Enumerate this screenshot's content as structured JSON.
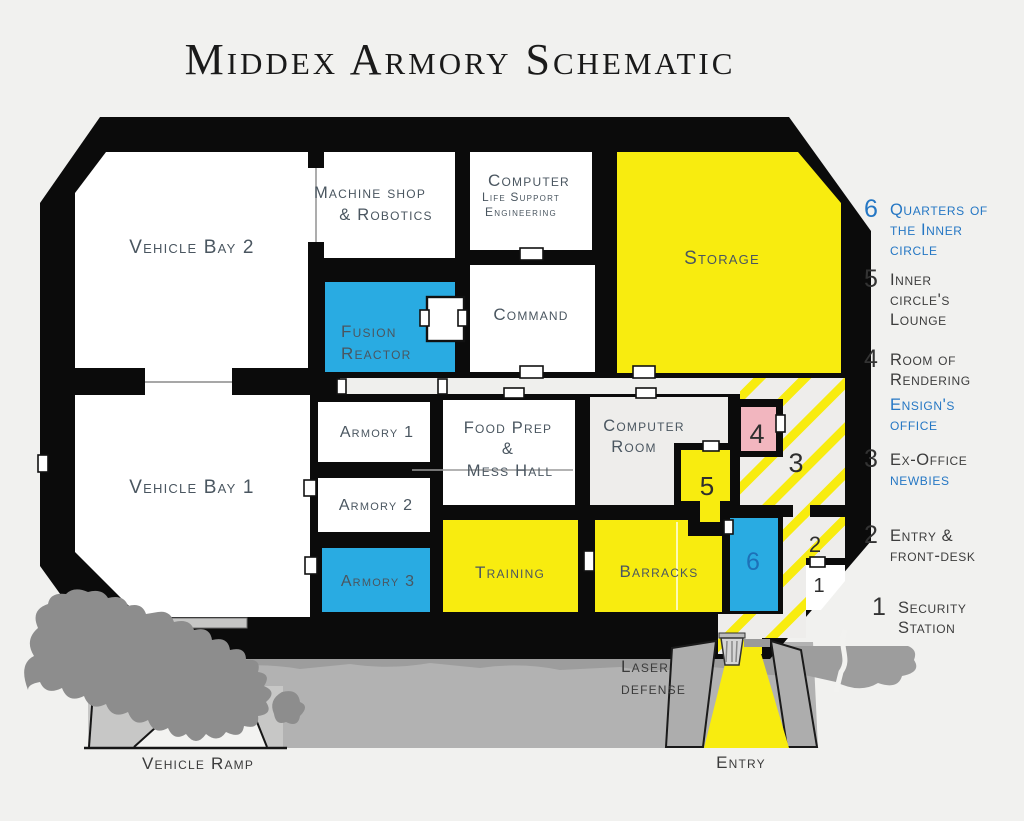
{
  "title": "Middex Armory Schematic",
  "colors": {
    "background": "#f1f1ef",
    "wall": "#0b0b0b",
    "floor": "#ffffff",
    "corridor": "#efefed",
    "office_floor": "#eeedeb",
    "yellow": "#f8ec0f",
    "blue": "#29abe2",
    "pink": "#f2b6bf",
    "label": "#4a5660",
    "number": "#2e2e2e",
    "room6_number": "#1d71b8",
    "legend_blue": "#2577c4",
    "legend_text": "#3d3d3d",
    "title": "#1a1a1a",
    "apron": "#b2b2b2",
    "apron_light": "#c7c7c6",
    "apron_shadow": "#9d9d9d",
    "rock": "#8d8d8d"
  },
  "rooms": {
    "vehicle_bay_2": {
      "name": "Vehicle Bay 2"
    },
    "vehicle_bay_1": {
      "name": "Vehicle Bay 1"
    },
    "machine_shop": {
      "lines": [
        "Machine shop",
        "& Robotics"
      ]
    },
    "computer_life_support": {
      "lines": [
        "Computer",
        "Life Support",
        "Engineering"
      ]
    },
    "storage": {
      "name": "Storage"
    },
    "fusion_reactor": {
      "lines": [
        "Fusion",
        "Reactor"
      ]
    },
    "command": {
      "name": "Command"
    },
    "armory_1": {
      "name": "Armory 1"
    },
    "armory_2": {
      "name": "Armory 2"
    },
    "armory_3": {
      "name": "Armory 3"
    },
    "food_prep_mess_hall": {
      "lines": [
        "Food Prep",
        "&",
        "Mess Hall"
      ]
    },
    "computer_room": {
      "lines": [
        "Computer",
        "Room"
      ]
    },
    "training": {
      "name": "Training"
    },
    "barracks": {
      "name": "Barracks"
    },
    "numbered": {
      "n1": "1",
      "n2": "2",
      "n3": "3",
      "n4": "4",
      "n5": "5",
      "n6": "6"
    }
  },
  "annotations": {
    "laser_defense": [
      "Laser",
      "defense"
    ],
    "entry": "Entry",
    "vehicle_ramp": "Vehicle Ramp"
  },
  "legend": {
    "items": [
      {
        "number": "6",
        "lines": [
          "Quarters of",
          "the Inner",
          "circle"
        ]
      },
      {
        "number": "5",
        "lines": [
          "Inner",
          "circle's",
          "Lounge"
        ]
      },
      {
        "number": "4",
        "lines": [
          "Room of",
          "Rendering",
          "Ensign's",
          "office"
        ]
      },
      {
        "number": "3",
        "lines": [
          "Ex-Office",
          "newbies"
        ]
      },
      {
        "number": "2",
        "lines": [
          "Entry &",
          "front-desk"
        ]
      },
      {
        "number": "1",
        "lines": [
          "Security",
          "Station"
        ]
      }
    ]
  }
}
